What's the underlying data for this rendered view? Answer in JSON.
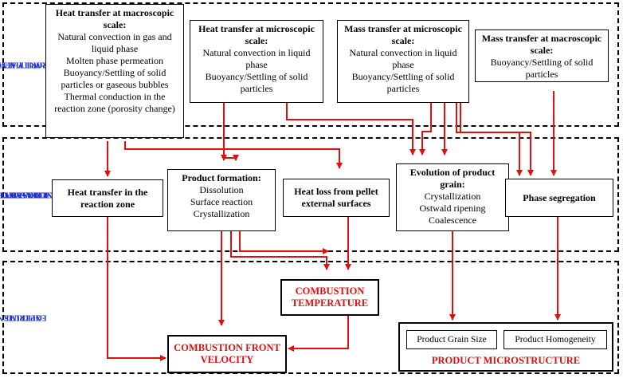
{
  "bands": [
    {
      "label_lines": [
        "GRAVITY AFFECTED",
        "TRANSPORT PHENOMENA"
      ]
    },
    {
      "label_lines": [
        "TRANSPORT AND",
        "KINETICS MECHANISMS",
        "RELATED TO",
        "COMBUSTION SYNTHESIS"
      ]
    },
    {
      "label_lines": [
        "EXPERIMENTAL",
        "OUTPUTS"
      ]
    }
  ],
  "boxes": {
    "macro_heat": {
      "title": "Heat transfer at macroscopic scale:",
      "lines": [
        "Natural convection in gas and liquid phase",
        "Molten phase permeation",
        "Buoyancy/Settling of solid particles or gaseous bubbles",
        "Thermal conduction in the reaction zone (porosity change)"
      ]
    },
    "micro_heat": {
      "title": "Heat transfer at microscopic scale:",
      "lines": [
        "Natural convection in liquid phase",
        "Buoyancy/Settling of solid particles"
      ]
    },
    "micro_mass": {
      "title": "Mass transfer at microscopic scale:",
      "lines": [
        "Natural convection in liquid phase",
        "Buoyancy/Settling of solid particles"
      ]
    },
    "macro_mass": {
      "title": "Mass transfer at macroscopic scale:",
      "lines": [
        "Buoyancy/Settling of solid particles"
      ]
    },
    "reaction_zone": {
      "title": "Heat transfer in the reaction zone",
      "lines": []
    },
    "product_formation": {
      "title": "Product formation:",
      "lines": [
        "Dissolution",
        "Surface reaction",
        "Crystallization"
      ]
    },
    "heat_loss": {
      "title": "Heat loss from pellet external surfaces",
      "lines": []
    },
    "grain_evolution": {
      "title": "Evolution of product grain:",
      "lines": [
        "Crystallization",
        "Ostwald ripening",
        "Coalescence"
      ]
    },
    "phase_segregation": {
      "title": "Phase segregation",
      "lines": []
    }
  },
  "outputs": {
    "combustion_temperature": "COMBUSTION TEMPERATURE",
    "front_velocity": "COMBUSTION FRONT VELOCITY",
    "product_microstructure": "PRODUCT MICROSTRUCTURE",
    "grain_size": "Product Grain Size",
    "homogeneity": "Product Homogeneity"
  },
  "colors": {
    "arrow": "#e01010",
    "band_label": "#1f2fd1",
    "output_text": "#e01010"
  }
}
